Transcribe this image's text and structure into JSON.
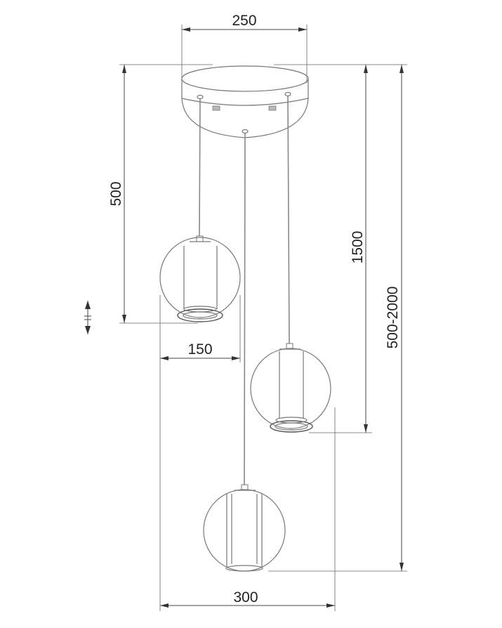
{
  "dimensions": {
    "canopy_width": "250",
    "short_drop": "500",
    "globe_diameter": "150",
    "mid_drop": "1500",
    "overall_height": "500-2000",
    "total_width": "300"
  }
}
